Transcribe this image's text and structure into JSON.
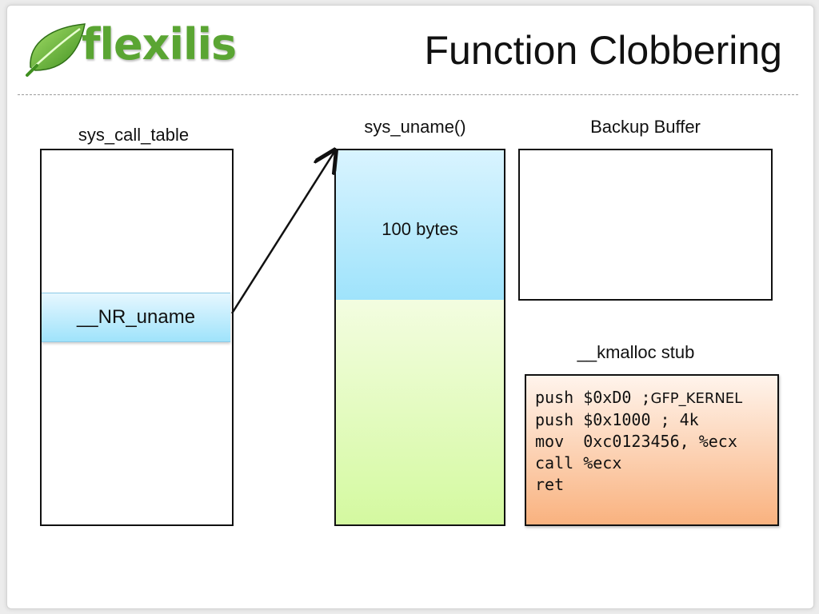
{
  "header": {
    "logo_text": "flexilis",
    "title": "Function Clobbering"
  },
  "diagram": {
    "sys_call_table": {
      "label": "sys_call_table",
      "entry": "__NR_uname"
    },
    "sys_uname": {
      "label": "sys_uname()",
      "segment": "100 bytes"
    },
    "backup_buffer": {
      "label": "Backup Buffer"
    },
    "kmalloc_stub": {
      "label": "__kmalloc stub",
      "lines": [
        {
          "code": "push $0xD0 ;",
          "comment": "GFP_KERNEL"
        },
        {
          "code": "push $0x1000 ; 4k",
          "comment": ""
        },
        {
          "code": "mov  0xc0123456, %ecx",
          "comment": ""
        },
        {
          "code": "call %ecx",
          "comment": ""
        },
        {
          "code": "ret",
          "comment": ""
        }
      ]
    }
  },
  "colors": {
    "logo_green": "#5aa533",
    "entry_blue": "#9fe3fb",
    "segment_green": "#d4f9a0",
    "stub_orange": "#f9b27f"
  }
}
